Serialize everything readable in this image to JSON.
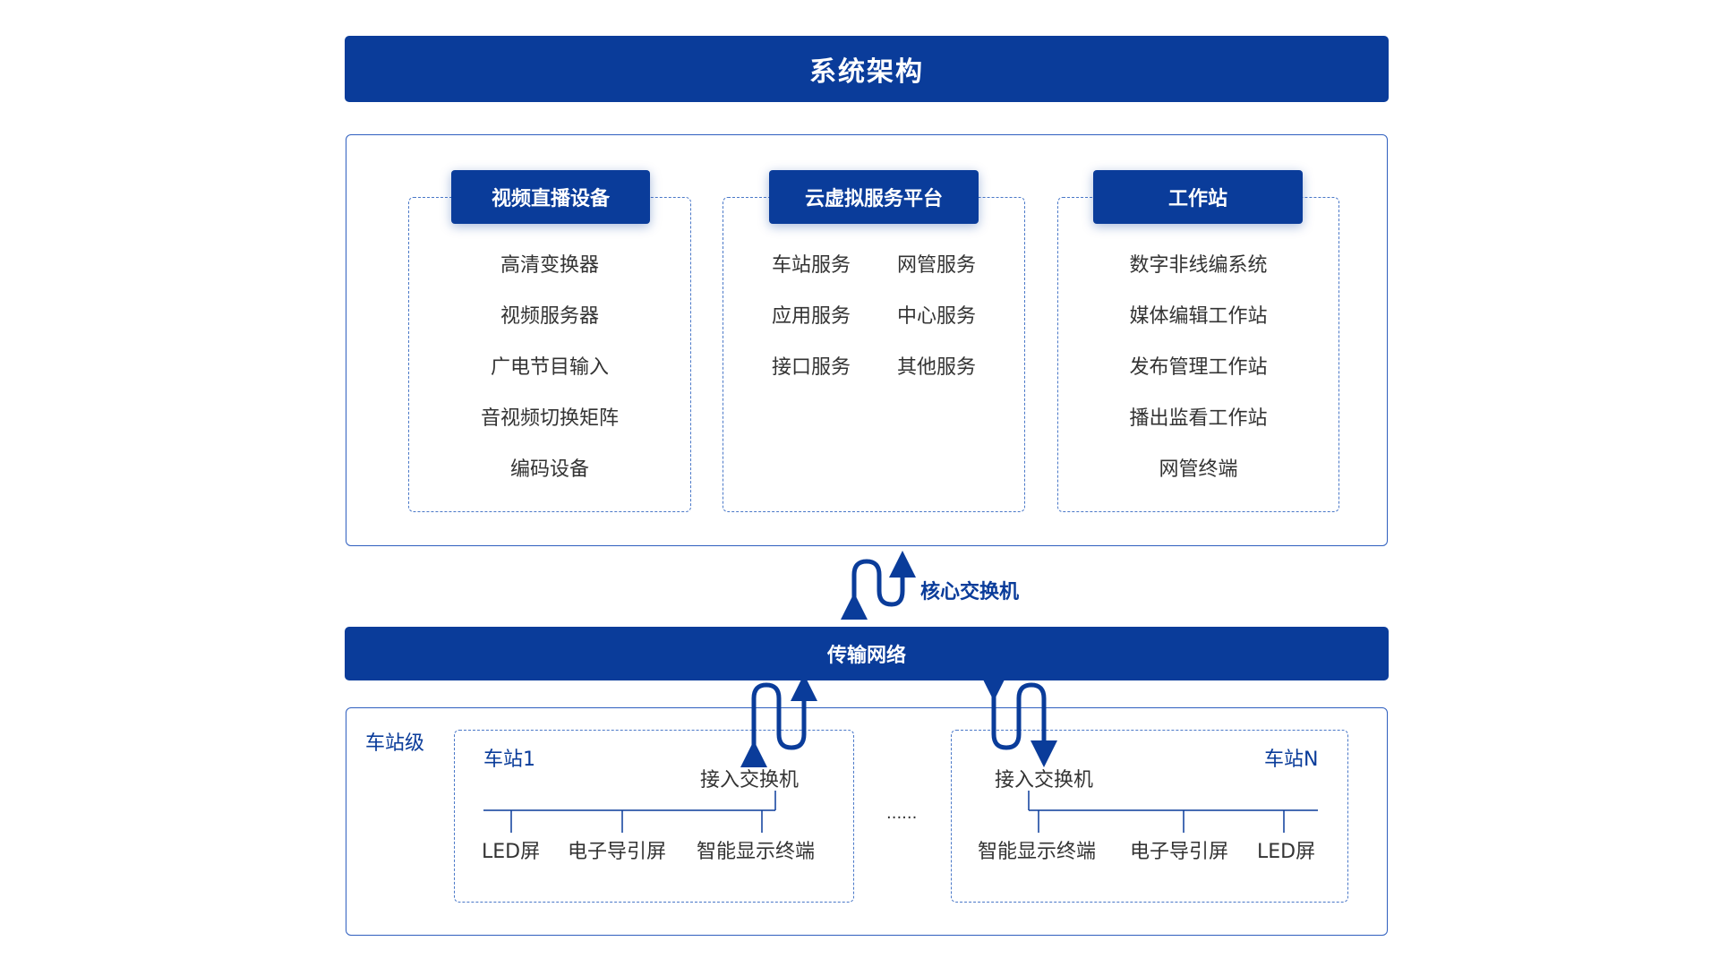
{
  "title": "系统架构",
  "columns": [
    {
      "header": "视频直播设备",
      "items": [
        "高清变换器",
        "视频服务器",
        "广电节目输入",
        "音视频切换矩阵",
        "编码设备"
      ]
    },
    {
      "header": "云虚拟服务平台",
      "items": [
        "车站服务",
        "网管服务",
        "应用服务",
        "中心服务",
        "接口服务",
        "其他服务"
      ]
    },
    {
      "header": "工作站",
      "items": [
        "数字非线编系统",
        "媒体编辑工作站",
        "发布管理工作站",
        "播出监看工作站",
        "网管终端"
      ]
    }
  ],
  "core_switch_label": "核心交换机",
  "transport_network_label": "传输网络",
  "station_level_label": "车站级",
  "ellipsis": "......",
  "stations": [
    {
      "name": "车站1",
      "switch_label": "接入交换机",
      "devices": [
        "LED屏",
        "电子导引屏",
        "智能显示终端"
      ]
    },
    {
      "name": "车站N",
      "switch_label": "接入交换机",
      "devices": [
        "智能显示终端",
        "电子导引屏",
        "LED屏"
      ]
    }
  ],
  "colors": {
    "primary": "#0a3c9a",
    "panel_border": "#2f5fbf",
    "text": "#333333"
  }
}
